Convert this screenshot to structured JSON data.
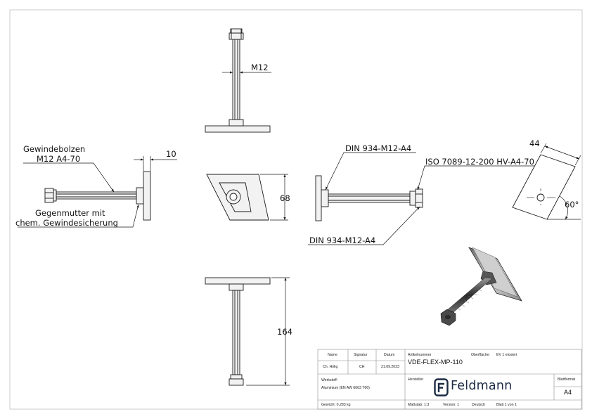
{
  "labels": {
    "thread_size": "M12",
    "bolt_name_line1": "Gewindebolzen",
    "bolt_name_line2": "M12 A4-70",
    "counter_nut_line1": "Gegenmutter mit",
    "counter_nut_line2": "chem. Gewindesicherung",
    "nut_top": "DIN 934-M12-A4",
    "rod_spec": "ISO 7089-12-200 HV-A4-70",
    "nut_bottom": "DIN 934-M12-A4"
  },
  "dimensions": {
    "plate_thickness": "10",
    "plate_height": "68",
    "plate_width": "44",
    "angle": "60°",
    "total_length": "164"
  },
  "title_block": {
    "name_header": "Name",
    "signature_header": "Signatur",
    "date_header": "Datum",
    "name_value": "Ch. Hölig",
    "signature_value": "CH",
    "date_value": "21.09.2023",
    "article_number_label": "Artikelnummer",
    "article_number": "VDE-FLEX-MP-110",
    "surface_label": "Oberfläche:",
    "surface_value": "EV 1 eloxiert",
    "material_label": "Werkstoff:",
    "material_value": "Aluminium (EN AW 6063 T66)",
    "manufacturer_label": "Hersteller",
    "manufacturer_logo": "Feldmann",
    "sheet_format_label": "Blattformat",
    "sheet_format": "A4",
    "weight": "Gewicht: 0,283 kg",
    "scale": "Maßstab: 1:3",
    "version": "Version: 1",
    "language": "Deutsch",
    "sheet": "Blatt 1 von 1"
  },
  "colors": {
    "line": "#1a1a1a",
    "part_fill": "#f2f2f2",
    "part_dark": "#c8c8c8",
    "iso_dark": "#3a3a3a",
    "logo": "#1b2a44"
  }
}
